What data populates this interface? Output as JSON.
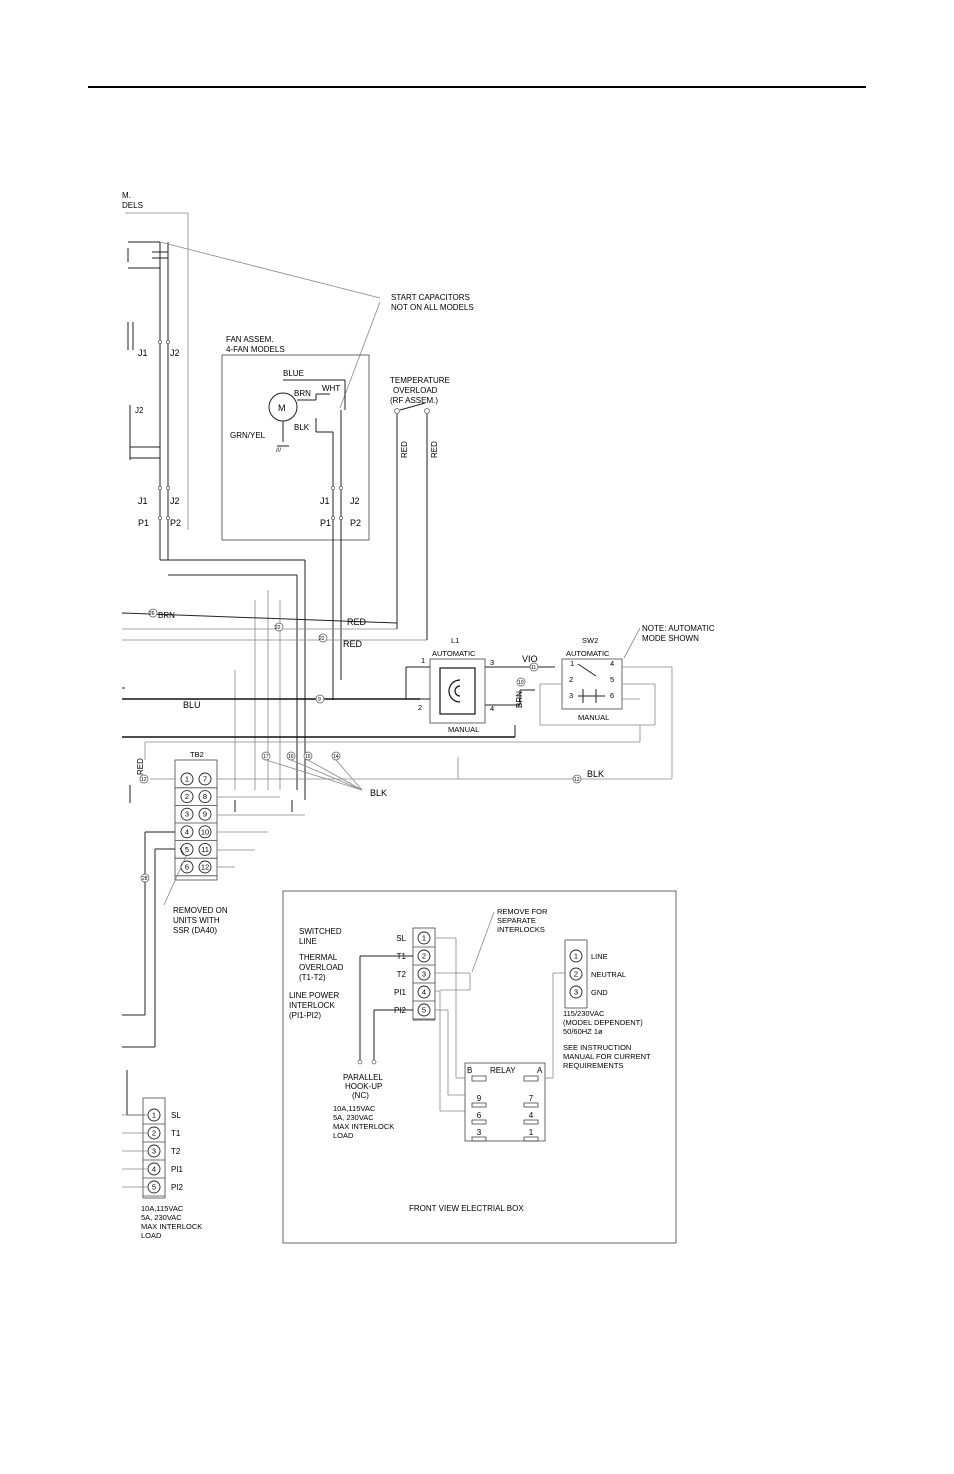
{
  "header": {
    "rule": true
  },
  "top_left": {
    "frag1": "M.",
    "frag2": "DELS"
  },
  "start_cap": {
    "line1": "START CAPACITORS",
    "line2": "NOT ON ALL MODELS"
  },
  "fan": {
    "title1": "FAN ASSEM.",
    "title2": "4-FAN MODELS",
    "blue": "BLUE",
    "brn": "BRN",
    "wht": "WHT",
    "motor": "M",
    "grn_yel": "GRN/YEL",
    "blk": "BLK",
    "j1": "J1",
    "j2": "J2",
    "p1": "P1",
    "p2": "P2"
  },
  "left_conn": {
    "j1": "J1",
    "j2": "J2",
    "j2b": "J2",
    "j1b": "J1",
    "j2c": "J2",
    "p1": "P1",
    "p2": "P2"
  },
  "temp": {
    "line1": "TEMPERATURE",
    "line2": "OVERLOAD",
    "line3": "(RF ASSEM.)",
    "red1": "RED",
    "red2": "RED"
  },
  "wires": {
    "brn": "BRN",
    "n26": "26",
    "n22a": "22",
    "n22b": "22",
    "red1": "RED",
    "red2": "RED",
    "blu": "BLU",
    "n9": "9",
    "vio": "VIO",
    "n11": "11",
    "n10": "10",
    "brn2": "BRN",
    "red3": "RED",
    "n12a": "12",
    "n12b": "12",
    "blk": "BLK",
    "blk2": "BLK",
    "n17": "17",
    "n16": "16",
    "n15": "15",
    "n14": "14",
    "n28": "28"
  },
  "l1": {
    "title": "L1",
    "auto": "AUTOMATIC",
    "manual": "MANUAL",
    "p1": "1",
    "p2": "2",
    "p3": "3",
    "p4": "4"
  },
  "sw2": {
    "title": "SW2",
    "auto": "AUTOMATIC",
    "manual": "MANUAL",
    "p1": "1",
    "p2": "2",
    "p3": "3",
    "p4": "4",
    "p5": "5",
    "p6": "6"
  },
  "note": {
    "line1": "NOTE: AUTOMATIC",
    "line2": "MODE SHOWN"
  },
  "tb2": {
    "title": "TB2",
    "left": [
      "1",
      "2",
      "3",
      "4",
      "5",
      "6"
    ],
    "right": [
      "7",
      "8",
      "9",
      "10",
      "11",
      "12"
    ],
    "removed1": "REMOVED ON",
    "removed2": "UNITS WITH",
    "removed3": "SSR (DA40)"
  },
  "box": {
    "switched1": "SWITCHED",
    "switched2": "LINE",
    "thermal1": "THERMAL",
    "thermal2": "OVERLOAD",
    "thermal3": "(T1-T2)",
    "lpi1": "LINE POWER",
    "lpi2": "INTERLOCK",
    "lpi3": "(PI1-PI2)",
    "terms": [
      "SL",
      "T1",
      "T2",
      "PI1",
      "PI2"
    ],
    "nums": [
      "1",
      "2",
      "3",
      "4",
      "5"
    ],
    "remove1": "REMOVE FOR",
    "remove2": "SEPARATE",
    "remove3": "INTERLOCKS",
    "ln": [
      "LINE",
      "NEUTRAL",
      "GND"
    ],
    "ln_nums": [
      "1",
      "2",
      "3"
    ],
    "volt1": "115/230VAC",
    "volt2": "(MODEL DEPENDENT)",
    "volt3": "50/60HZ 1ø",
    "see1": "SEE INSTRUCTION",
    "see2": "MANUAL FOR CURRENT",
    "see3": "REQUIREMENTS",
    "relay": "RELAY",
    "relay_b": "B",
    "relay_a": "A",
    "relay_left": [
      "9",
      "6",
      "3"
    ],
    "relay_right": [
      "7",
      "4",
      "1"
    ],
    "parallel1": "PARALLEL",
    "parallel2": "HOOK-UP",
    "parallel3": "(NC)",
    "load1": "10A,115VAC",
    "load2": "5A, 230VAC",
    "load3": "MAX INTERLOCK",
    "load4": "LOAD",
    "caption": "FRONT VIEW ELECTRIAL BOX"
  },
  "bottom_left": {
    "terms": [
      "SL",
      "T1",
      "T2",
      "PI1",
      "PI2"
    ],
    "nums": [
      "1",
      "2",
      "3",
      "4",
      "5"
    ],
    "load1": "10A,115VAC",
    "load2": "5A, 230VAC",
    "load3": "MAX INTERLOCK",
    "load4": "LOAD"
  }
}
